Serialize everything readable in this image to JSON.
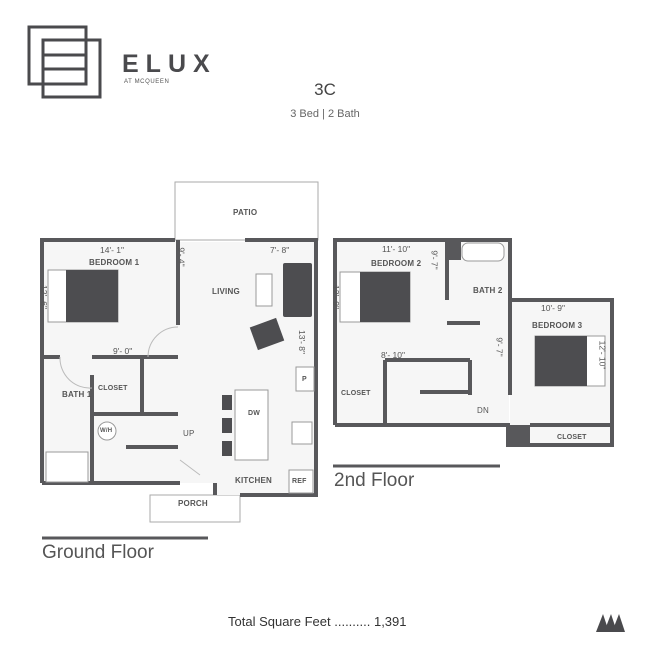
{
  "brand": {
    "name": "ELUX",
    "subtitle": "AT MCQUEEN",
    "logo_icon": "interlocking-square-e-logo"
  },
  "unit": {
    "name": "3C",
    "summary": "3 Bed | 2 Bath"
  },
  "ground_floor": {
    "title": "Ground Floor",
    "rooms": {
      "patio": "PATIO",
      "bedroom1": "BEDROOM 1",
      "living": "LIVING",
      "bath1": "BATH 1",
      "closet": "CLOSET",
      "wh": "W/H",
      "up": "UP",
      "dw": "DW",
      "p": "P",
      "ref": "REF",
      "kitchen": "KITCHEN",
      "porch": "PORCH"
    },
    "dimensions": {
      "bedroom1_width": "14'- 1\"",
      "bedroom1_depth": "12'- 6\"",
      "hall_width": "9'- 0\"",
      "living_width": "7'- 8\"",
      "living_depth": "13'- 8\"",
      "closet_depth": "9'- 4\""
    }
  },
  "second_floor": {
    "title": "2nd Floor",
    "rooms": {
      "bedroom2": "BEDROOM 2",
      "bath2": "BATH 2",
      "bedroom3": "BEDROOM 3",
      "closet2": "CLOSET",
      "closet3": "CLOSET",
      "dn": "DN"
    },
    "dimensions": {
      "bedroom2_width": "11'- 10\"",
      "bedroom2_depth": "12'- 9\"",
      "bath2_depth": "9'- 7\"",
      "hall_width": "8'- 10\"",
      "bedroom3_width": "10'- 9\"",
      "bedroom3_depth": "12'- 10\"",
      "bedroom3_side": "9'- 7\""
    }
  },
  "footer": {
    "total_label": "Total Square Feet .......... 1,391",
    "mark_icon": "m-brand-mark"
  },
  "colors": {
    "wall": "#58585b",
    "furniture": "#4d4d50",
    "text": "#4a4a4d"
  }
}
